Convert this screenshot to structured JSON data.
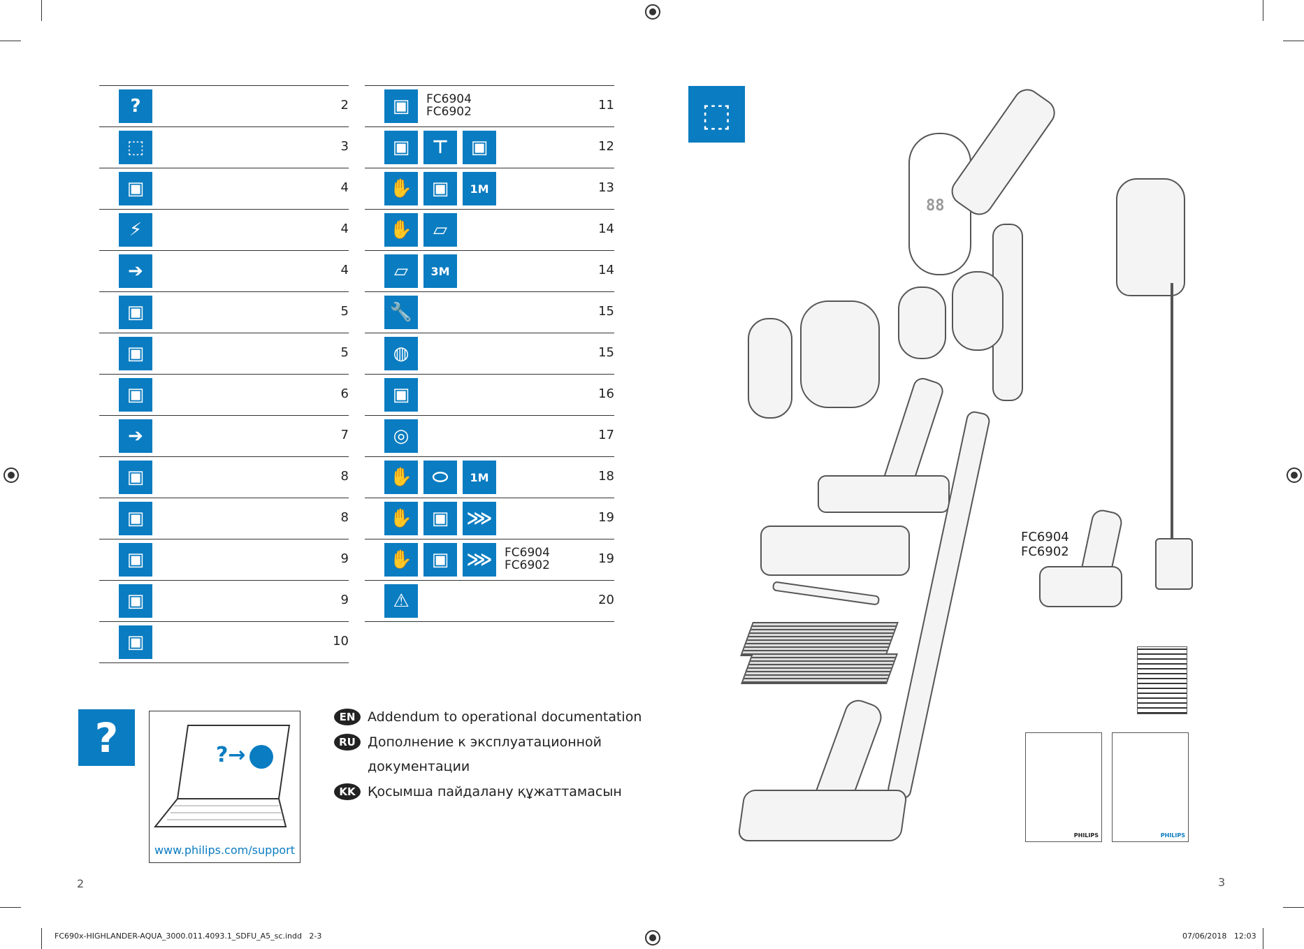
{
  "left_toc": [
    {
      "icons": [
        "question-icon"
      ],
      "page": "2"
    },
    {
      "icons": [
        "unpack-box-icon"
      ],
      "page": "3"
    },
    {
      "icons": [
        "handheld-icon"
      ],
      "page": "4"
    },
    {
      "icons": [
        "battery-charge-icon"
      ],
      "page": "4"
    },
    {
      "icons": [
        "indicator-light-icon"
      ],
      "page": "4"
    },
    {
      "icons": [
        "assemble-icon"
      ],
      "page": "5"
    },
    {
      "icons": [
        "stick-vacuum-icon"
      ],
      "page": "5"
    },
    {
      "icons": [
        "mop-pad-icon"
      ],
      "page": "6"
    },
    {
      "icons": [
        "indicator-light-icon"
      ],
      "page": "7"
    },
    {
      "icons": [
        "nozzle-brush-icon"
      ],
      "page": "8"
    },
    {
      "icons": [
        "floor-nozzle-icon"
      ],
      "page": "8"
    },
    {
      "icons": [
        "handheld-nozzle-icon"
      ],
      "page": "9"
    },
    {
      "icons": [
        "handheld-crevice-icon"
      ],
      "page": "9"
    },
    {
      "icons": [
        "handle-icon"
      ],
      "page": "10"
    }
  ],
  "right_toc": [
    {
      "icons": [
        "vacuum-icon"
      ],
      "models": [
        "FC6904",
        "FC6902"
      ],
      "page": "11"
    },
    {
      "icons": [
        "mop-pad-icon",
        "faucet-icon",
        "water-tank-icon"
      ],
      "page": "12"
    },
    {
      "icons": [
        "hand-clean-icon",
        "mop-pad-icon",
        "calendar-1m-icon"
      ],
      "page": "13"
    },
    {
      "icons": [
        "hand-clean-icon",
        "filter-icon"
      ],
      "page": "14"
    },
    {
      "icons": [
        "filter-icon",
        "calendar-3m-icon"
      ],
      "page": "14"
    },
    {
      "icons": [
        "wrench-icon"
      ],
      "page": "15"
    },
    {
      "icons": [
        "globe-icon"
      ],
      "page": "15"
    },
    {
      "icons": [
        "dust-container-icon"
      ],
      "page": "16"
    },
    {
      "icons": [
        "cyclone-icon"
      ],
      "page": "17"
    },
    {
      "icons": [
        "hand-clean-icon",
        "filter-oval-icon",
        "calendar-1m-icon"
      ],
      "page": "18"
    },
    {
      "icons": [
        "hand-clean-icon",
        "floor-nozzle-icon",
        "brush-strip-icon"
      ],
      "page": "19"
    },
    {
      "icons": [
        "hand-clean-icon",
        "mini-nozzle-icon",
        "brush-strip-icon"
      ],
      "models": [
        "FC6904",
        "FC6902"
      ],
      "page": "19"
    },
    {
      "icons": [
        "warning-icon"
      ],
      "page": "20"
    }
  ],
  "calendar": {
    "one": "1M",
    "three": "3M"
  },
  "support": {
    "url": "www.philips.com/support"
  },
  "languages": [
    {
      "code": "EN",
      "text": "Addendum to operational documentation"
    },
    {
      "code": "RU",
      "text": "Дополнение к эксплуатационной",
      "text2": "документации"
    },
    {
      "code": "KK",
      "text": "Қосымша пайдалану құжаттамасын"
    }
  ],
  "right_page": {
    "models": [
      "FC6904",
      "FC6902"
    ],
    "brand": "PHILIPS"
  },
  "page_numbers": {
    "left": "2",
    "right": "3"
  },
  "footer": {
    "file": "FC690x-HIGHLANDER-AQUA_3000.011.4093.1_SDFU_A5_sc.indd   2-3",
    "date": "07/06/2018   12:03"
  },
  "colors": {
    "accent": "#0a7cc1"
  }
}
